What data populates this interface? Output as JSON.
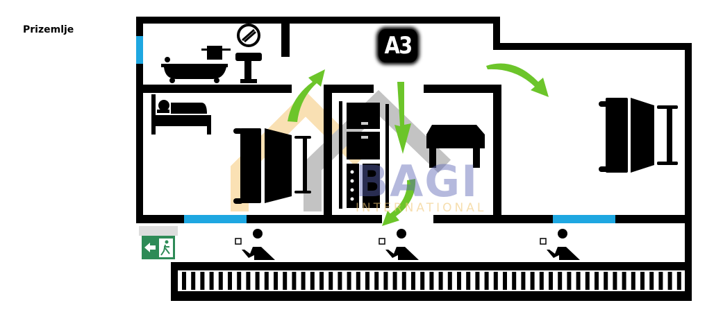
{
  "floor_label": "Prizemlje",
  "unit_label": "A3",
  "watermark": {
    "brand": "BAGI",
    "sub": "INTERNATIONAL"
  },
  "colors": {
    "wall": "#000000",
    "window": "#1ea7e1",
    "arrow": "#6cc52a",
    "exit_sign": "#2e8b57"
  },
  "rooms": [
    "bathroom",
    "bedroom-1",
    "kitchen",
    "dining",
    "bedroom-2",
    "terrace"
  ],
  "icons": [
    "bathtub-icon",
    "towel-icon",
    "sink-icon",
    "mirror-icon",
    "bed-icon",
    "double-bed-icon",
    "kitchen-unit-icon",
    "table-icon",
    "exit-sign-icon",
    "person-wine-icon",
    "arrow-icon"
  ]
}
